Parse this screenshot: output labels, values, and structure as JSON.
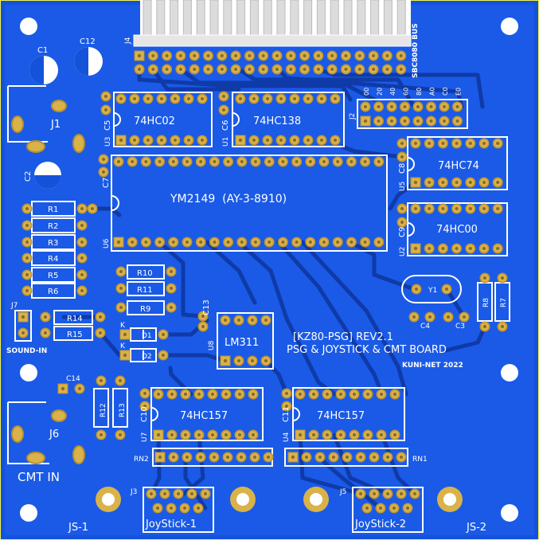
{
  "colors": {
    "board": "#1452d9",
    "copper": "#1e62f0",
    "trace": "#0f3aa8",
    "pad": "#d9b24a",
    "pad_hole": "#a88a3a",
    "silk": "#ffffff",
    "outline": "#f5f24a"
  },
  "labels": {
    "bus": "SBC8080 BUS",
    "j4": "J4",
    "c1": "C1",
    "c12": "C12",
    "c2": "C2",
    "j1": "J1",
    "c5": "C5",
    "u3_name": "74HC02",
    "u3": "U3",
    "c6": "C6",
    "u1_name": "74HC138",
    "u1": "U1",
    "j2": "J2",
    "j2_cols": [
      "00",
      "20",
      "40",
      "60",
      "80",
      "A0",
      "C0",
      "E0"
    ],
    "c7": "C7",
    "u6_name": "YM2149  (AY-3-8910)",
    "u6": "U6",
    "c8": "C8",
    "u5_name": "74HC74",
    "u5": "U5",
    "c9": "C9",
    "u2_name": "74HC00",
    "u2": "U2",
    "r1": "R1",
    "r2": "R2",
    "r3": "R3",
    "r4": "R4",
    "r5": "R5",
    "r6": "R6",
    "r10": "R10",
    "r11": "R11",
    "r9": "R9",
    "r14": "R14",
    "r15": "R15",
    "j7": "J7",
    "sound_in": "SOUND-IN",
    "k1": "K",
    "d1": "D1",
    "k2": "K",
    "d2": "D2",
    "c13": "C13",
    "u8_name": "LM311",
    "u8": "U8",
    "y1": "Y1",
    "c4": "C4",
    "c3": "C3",
    "r8": "R8",
    "r7": "R7",
    "title1": "[KZ80-PSG] REV2.1",
    "title2": "PSG & JOYSTICK & CMT BOARD",
    "title3": "KUNI-NET 2022",
    "c14": "C14",
    "r12": "R12",
    "r13": "R13",
    "j6": "J6",
    "cmt_in": "CMT IN",
    "c10": "C10",
    "u7_name": "74HC157",
    "u7": "U7",
    "c11": "C11",
    "u4_name": "74HC157",
    "u4": "U4",
    "rn2": "RN2",
    "rn1": "RN1",
    "j3": "J3",
    "j5": "J5",
    "joystick1": "JoyStick-1",
    "joystick2": "JoyStick-2",
    "js1": "JS-1",
    "js2": "JS-2"
  }
}
